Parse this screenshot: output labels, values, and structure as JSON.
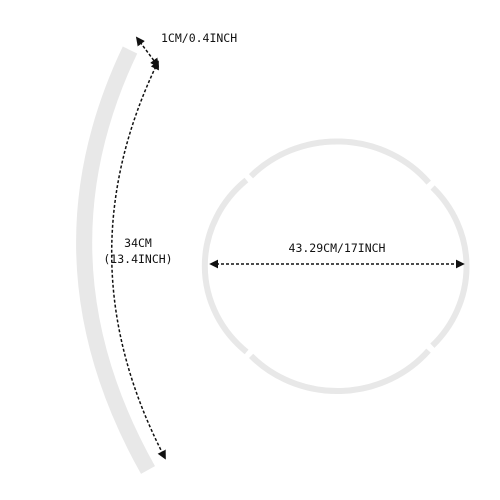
{
  "labels": {
    "width": "1CM/0.4INCH",
    "arc_length_cm": "34CM",
    "arc_length_in": "(13.4INCH)",
    "diameter": "43.29CM/17INCH"
  },
  "colors": {
    "ring": "#e8e8e8",
    "dimension_line": "#111111",
    "text": "#111111"
  }
}
